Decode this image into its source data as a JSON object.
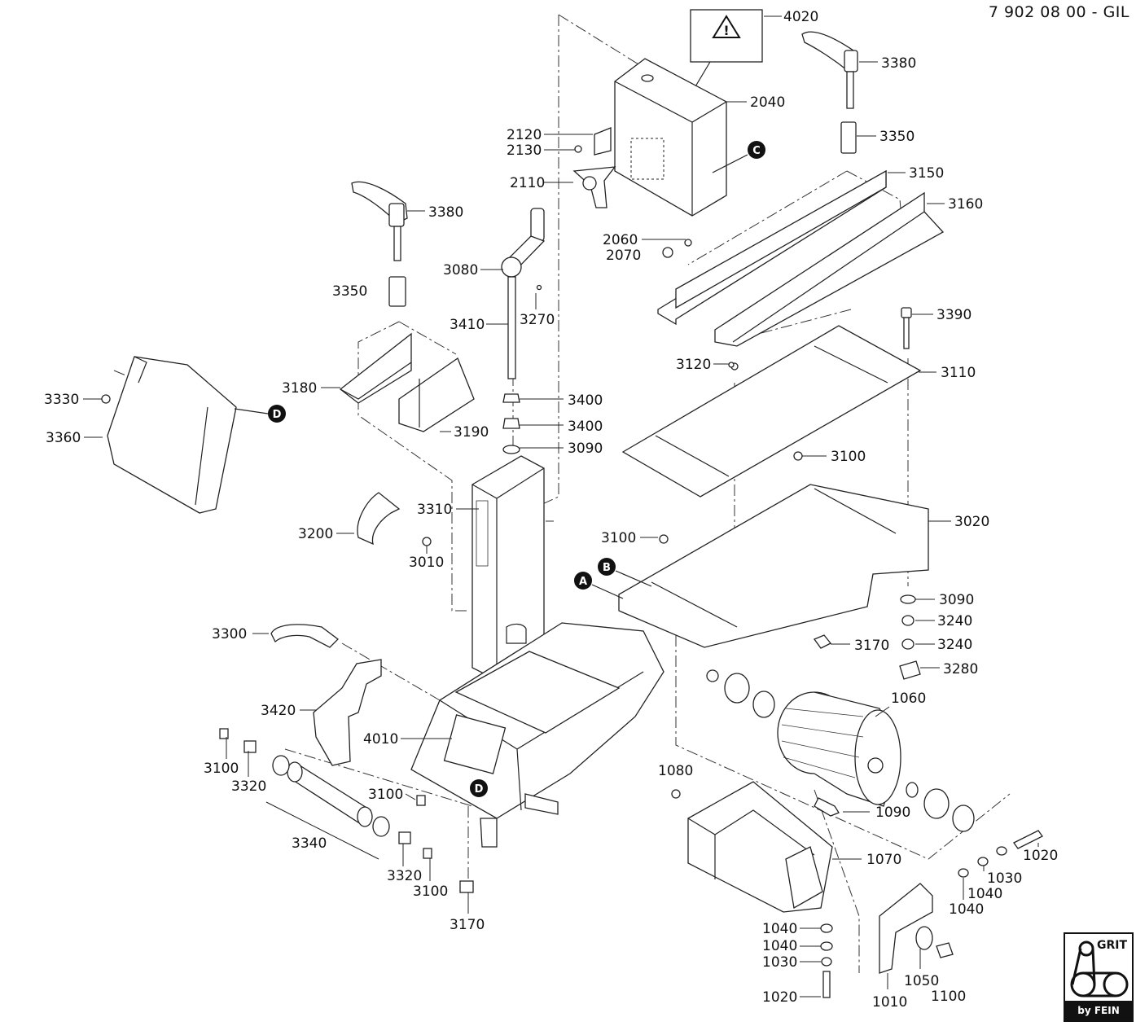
{
  "document_number": "7 902 08 00 - GIL",
  "callouts": {
    "a": "A",
    "b": "B",
    "c": "C",
    "d": "D"
  },
  "logo": {
    "brand": "GRIT",
    "maker": "by FEIN"
  },
  "labels": {
    "p4020": "4020",
    "p3380a": "3380",
    "p2040": "2040",
    "p3350a": "3350",
    "p2120": "2120",
    "p2130": "2130",
    "p2110": "2110",
    "p3150": "3150",
    "p3160": "3160",
    "p3380b": "3380",
    "p2060": "2060",
    "p2070": "2070",
    "p3080": "3080",
    "p3350b": "3350",
    "p3270": "3270",
    "p3410": "3410",
    "p3390": "3390",
    "p3120": "3120",
    "p3110": "3110",
    "p3330": "3330",
    "p3180": "3180",
    "p3400a": "3400",
    "p3400b": "3400",
    "p3190": "3190",
    "p3360": "3360",
    "p3090a": "3090",
    "p3100a": "3100",
    "p3310": "3310",
    "p3020": "3020",
    "p3200": "3200",
    "p3010": "3010",
    "p3100b": "3100",
    "p3090b": "3090",
    "p3240a": "3240",
    "p3300": "3300",
    "p3170a": "3170",
    "p3240b": "3240",
    "p3280": "3280",
    "p1060": "1060",
    "p3420": "3420",
    "p4010": "4010",
    "p3100c": "3100",
    "p3320a": "3320",
    "p1080": "1080",
    "p3100d": "3100",
    "p1090": "1090",
    "p3340": "3340",
    "p1020a": "1020",
    "p1070": "1070",
    "p3320b": "3320",
    "p1030a": "1030",
    "p3100e": "3100",
    "p1040a": "1040",
    "p1040b": "1040",
    "p3170b": "3170",
    "p1040c": "1040",
    "p1040d": "1040",
    "p1030b": "1030",
    "p1050": "1050",
    "p1100": "1100",
    "p1020b": "1020",
    "p1010": "1010"
  }
}
